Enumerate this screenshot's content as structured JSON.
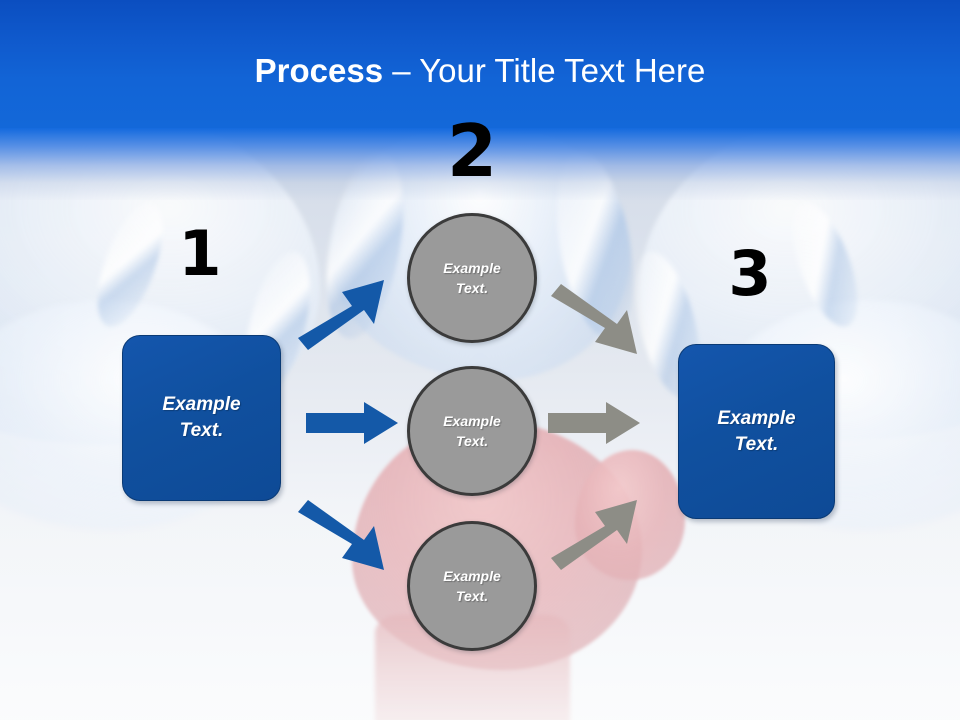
{
  "slide": {
    "title": {
      "bold_part": "Process",
      "rest_part": " – Your Title Text Here",
      "full": "Process – Your Title Text Here"
    },
    "background": {
      "description": "faded boxing gloves photo",
      "accent_blue": "#0f59cc",
      "box_blue": "#10509f",
      "circle_gray": "#9a9a9a",
      "arrow_blue": "#1459a8",
      "arrow_gray": "#8d8d86",
      "number_color": "#000000",
      "text_white": "#ffffff"
    },
    "steps": [
      {
        "number": "1",
        "label": "Example\nText."
      },
      {
        "number": "2",
        "label": "Example\nText."
      },
      {
        "number": "3",
        "label": "Example\nText."
      }
    ],
    "stage_left": {
      "number": "1",
      "label": "Example\nText."
    },
    "stage_middle": {
      "number": "2",
      "items": [
        {
          "label": "Example\nText."
        },
        {
          "label": "Example\nText."
        },
        {
          "label": "Example\nText."
        }
      ]
    },
    "stage_right": {
      "number": "3",
      "label": "Example\nText."
    },
    "connectors": {
      "incoming": [
        {
          "name": "arrow-left-to-top",
          "color": "#1459a8",
          "direction": "up-right"
        },
        {
          "name": "arrow-left-to-middle",
          "color": "#1459a8",
          "direction": "right"
        },
        {
          "name": "arrow-left-to-bottom",
          "color": "#1459a8",
          "direction": "down-right"
        }
      ],
      "outgoing": [
        {
          "name": "arrow-top-to-right",
          "color": "#8d8d86",
          "direction": "down-right"
        },
        {
          "name": "arrow-middle-to-right",
          "color": "#8d8d86",
          "direction": "right"
        },
        {
          "name": "arrow-bottom-to-right",
          "color": "#8d8d86",
          "direction": "up-right"
        }
      ]
    }
  }
}
